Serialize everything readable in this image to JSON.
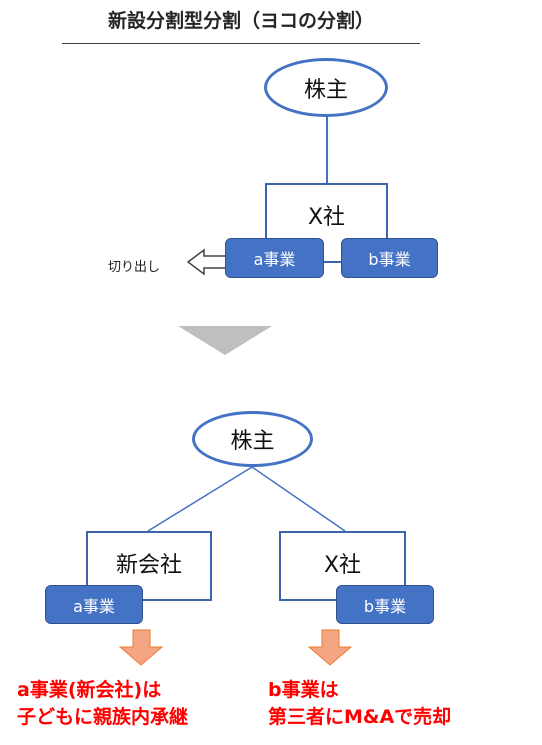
{
  "title": "新設分割型分割（ヨコの分割）",
  "before": {
    "shareholder": "株主",
    "company": "X社",
    "business_a": "a事業",
    "business_b": "b事業",
    "spinoff_label": "切り出し"
  },
  "after": {
    "shareholder": "株主",
    "new_company": "新会社",
    "business_a": "a事業",
    "company": "X社",
    "business_b": "b事業"
  },
  "results": {
    "left_line1": "a事業(新会社)は",
    "left_line2": "子どもに親族内承継",
    "right_line1": "b事業は",
    "right_line2": "第三者にM&Aで売却"
  },
  "colors": {
    "box_fill": "#4472c4",
    "result_text": "#ff0000",
    "down_arrow_gray": "#bfbfbf",
    "orange_arrow": "#f4a582"
  }
}
